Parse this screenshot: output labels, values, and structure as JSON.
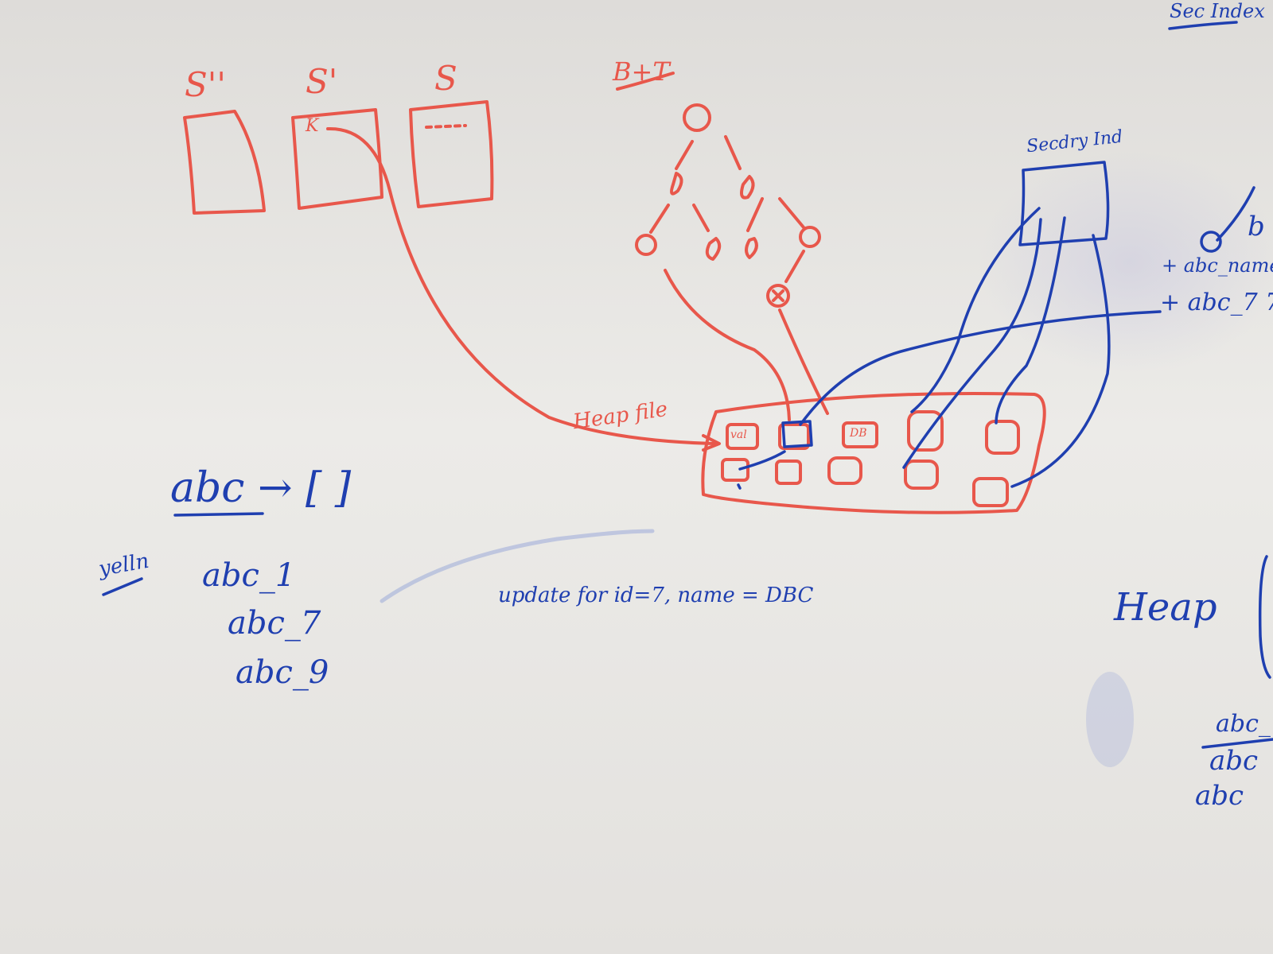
{
  "colors": {
    "board": "#e9e7e4",
    "red_marker": "#e8574b",
    "blue_marker": "#1f3fb0"
  },
  "red_labels": {
    "s_double_prime": "S''",
    "s_prime": "S'",
    "s": "S",
    "k_in_s_prime": "K",
    "tree_title": "B+T",
    "heap_file": "Heap file",
    "cell_a": "val",
    "cell_b": "DB"
  },
  "blue_labels": {
    "top_right_corner": "Sec Index",
    "secondary_index": "Secdry Ind",
    "abc_bracket": "abc → [ ]",
    "left_note": "yelln",
    "list_items": [
      "abc_1",
      "abc_7",
      "abc_9"
    ],
    "update_note": "update for id=7, name = DBC",
    "heap": "Heap",
    "right_edge_b": "b",
    "right_edge_abc_name": "+ abc_name",
    "right_edge_abc7": "+ abc_7 7",
    "bottom_right_1": "abc_",
    "bottom_right_2": "abc",
    "bottom_right_3": "abc"
  }
}
